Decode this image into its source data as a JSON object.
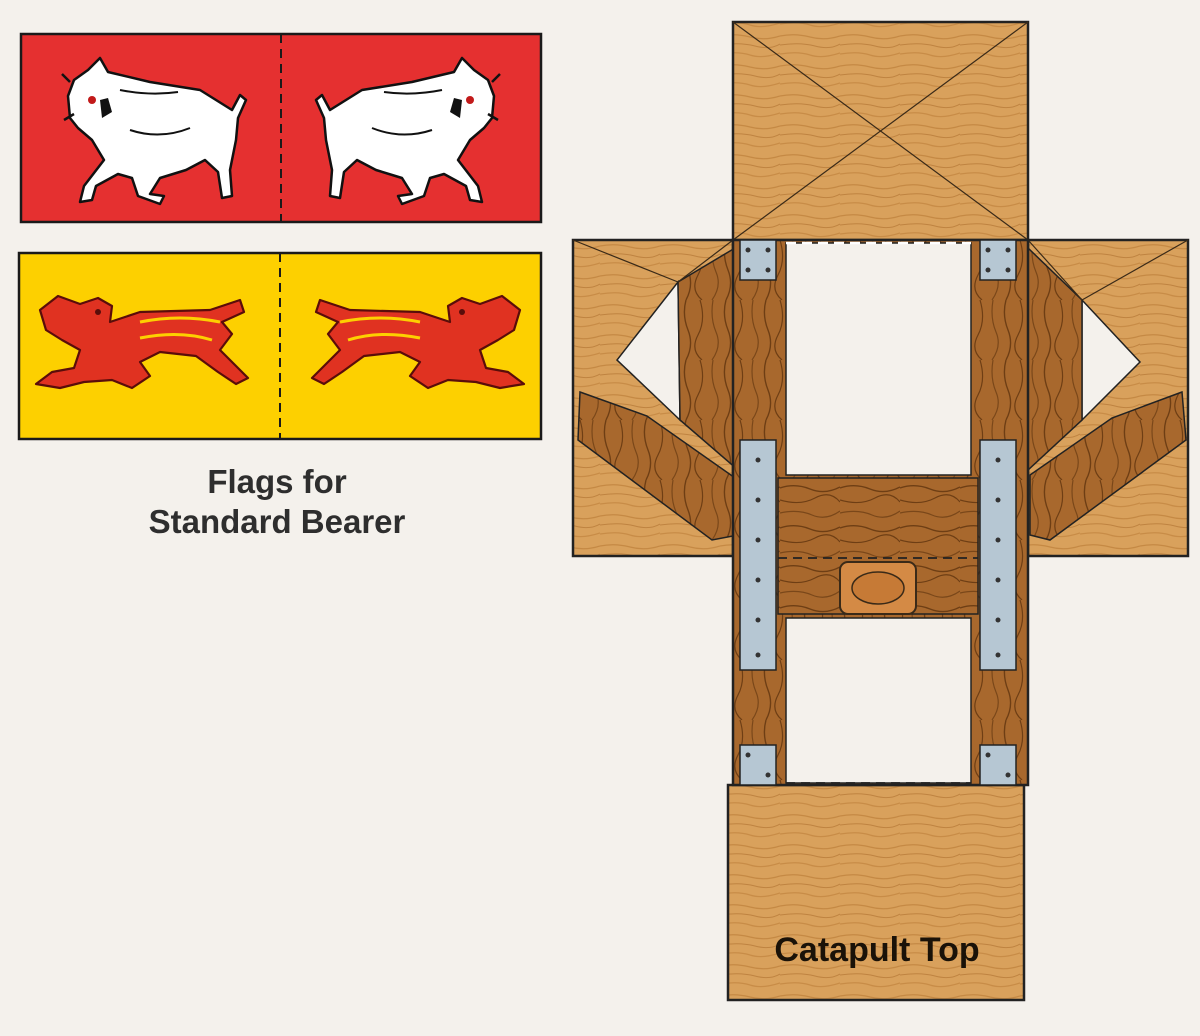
{
  "flags": {
    "caption_line1": "Flags for",
    "caption_line2": "Standard Bearer",
    "boar_flag": {
      "background": "#e53030",
      "emblem": "white-boar-icon",
      "emblem_color": "#ffffff"
    },
    "lion_flag": {
      "background": "#fdd000",
      "emblem": "red-lion-icon",
      "emblem_color": "#e03221"
    }
  },
  "catapult": {
    "caption": "Catapult Top",
    "wood_color": "#d79a55",
    "timber_color": "#a86a2f",
    "bracket_color": "#b6c7d3"
  }
}
